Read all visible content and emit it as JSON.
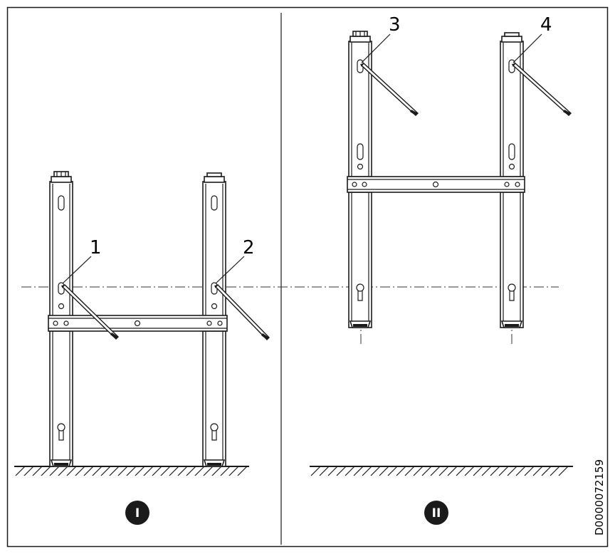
{
  "callouts": {
    "label_1": "1",
    "label_2": "2",
    "label_3": "3",
    "label_4": "4"
  },
  "panels": {
    "left_badge": "I",
    "right_badge": "II"
  },
  "document_code": "D0000072159",
  "colors": {
    "line": "#1a1a1a",
    "badge_fill": "#1a1a1a",
    "background": "#ffffff"
  }
}
